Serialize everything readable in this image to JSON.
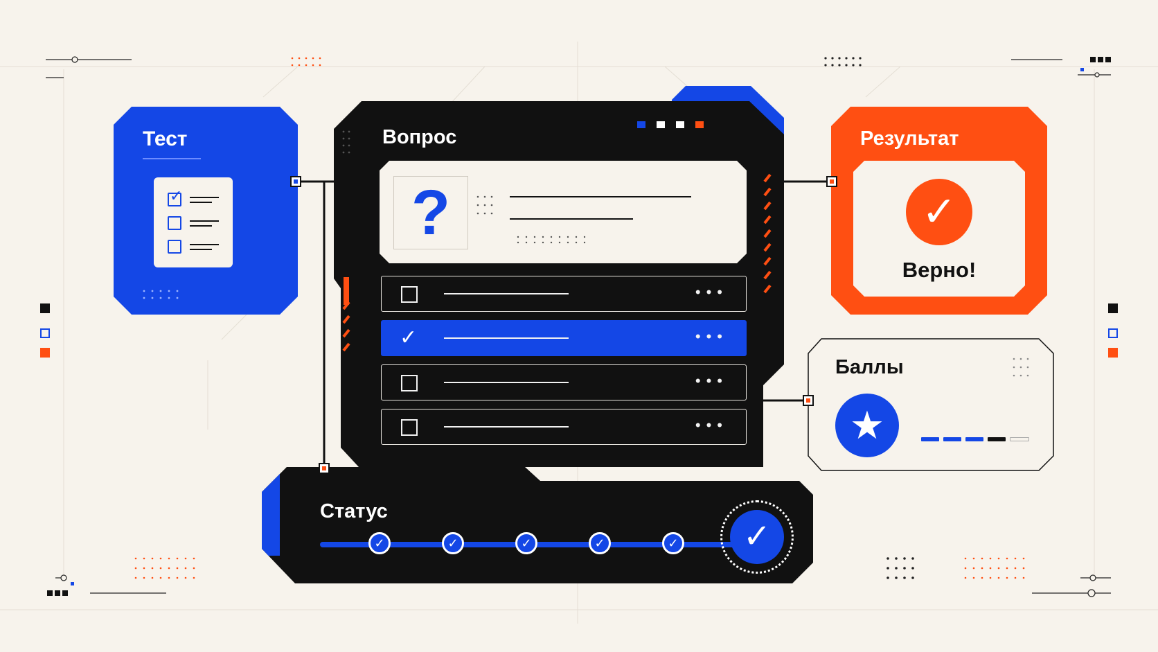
{
  "test_card": {
    "title": "Тест",
    "items_checked": [
      true,
      false,
      false
    ]
  },
  "question_panel": {
    "title": "Вопрос",
    "question_mark": "?",
    "answers": [
      {
        "selected": false
      },
      {
        "selected": true
      },
      {
        "selected": false
      },
      {
        "selected": false
      }
    ],
    "window_dot_colors": [
      "#1447e6",
      "#ffffff",
      "#ffffff",
      "#ff4f12"
    ]
  },
  "result_card": {
    "title": "Результат",
    "verdict": "Верно!",
    "icon": "check-circle-icon"
  },
  "points_card": {
    "title": "Баллы",
    "icon": "star-icon",
    "filled_segments": 4,
    "total_segments": 5
  },
  "status_bar": {
    "title": "Статус",
    "steps_completed": 5,
    "final_icon": "check-circle-icon"
  },
  "colors": {
    "blue": "#1447e6",
    "orange": "#ff4f12",
    "black": "#111111",
    "background": "#f7f3ec"
  }
}
